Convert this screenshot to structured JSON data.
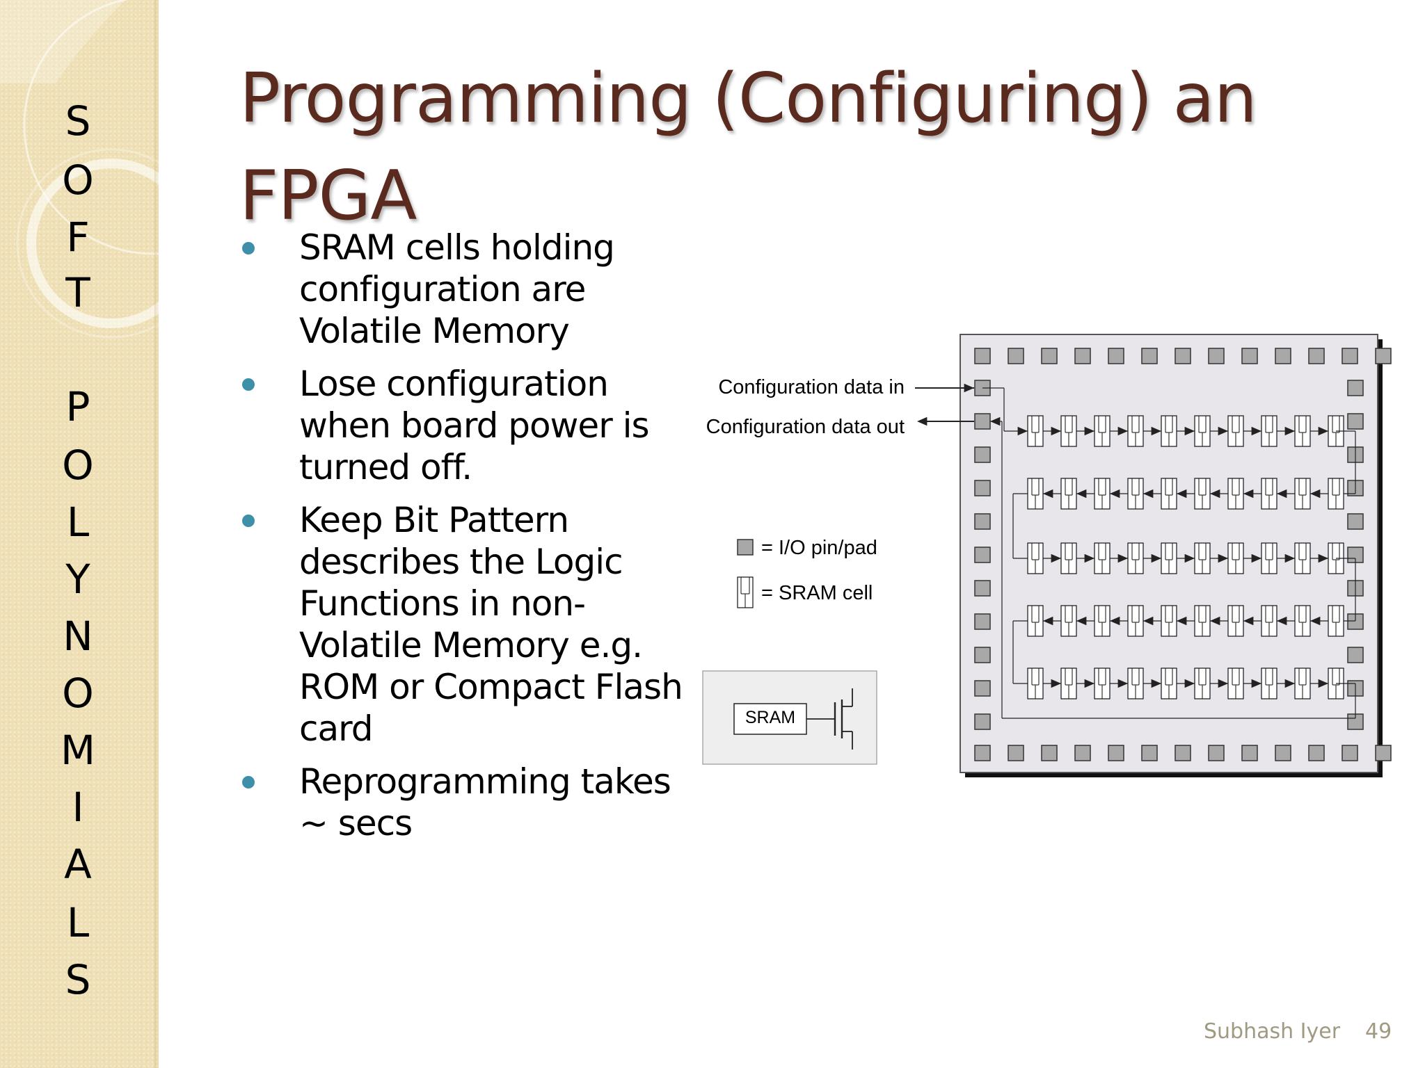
{
  "sidebar": {
    "letters": [
      "S",
      "O",
      "F",
      "T",
      "P",
      "O",
      "L",
      "Y",
      "N",
      "O",
      "M",
      "I",
      "A",
      "L",
      "S"
    ]
  },
  "slide": {
    "title_line1": "Programming (Configuring) an",
    "title_line2": "FPGA",
    "bullets": [
      "SRAM cells holding configuration are Volatile Memory",
      "Lose configuration when board power is turned off.",
      "Keep Bit Pattern describes the Logic Functions in non-Volatile Memory e.g. ROM or Compact Flash card",
      "Reprogramming takes ~ secs"
    ]
  },
  "diagram": {
    "config_in_label": "Configuration data in",
    "config_out_label": "Configuration data out",
    "legend_io": "= I/O pin/pad",
    "legend_sram": "= SRAM cell",
    "sram_box_label": "SRAM",
    "colors": {
      "chip_fill": "#e8e6ea",
      "pad_fill": "#a8a8a8",
      "line": "#222222"
    }
  },
  "footer": {
    "author": "Subhash Iyer",
    "page": "49"
  }
}
